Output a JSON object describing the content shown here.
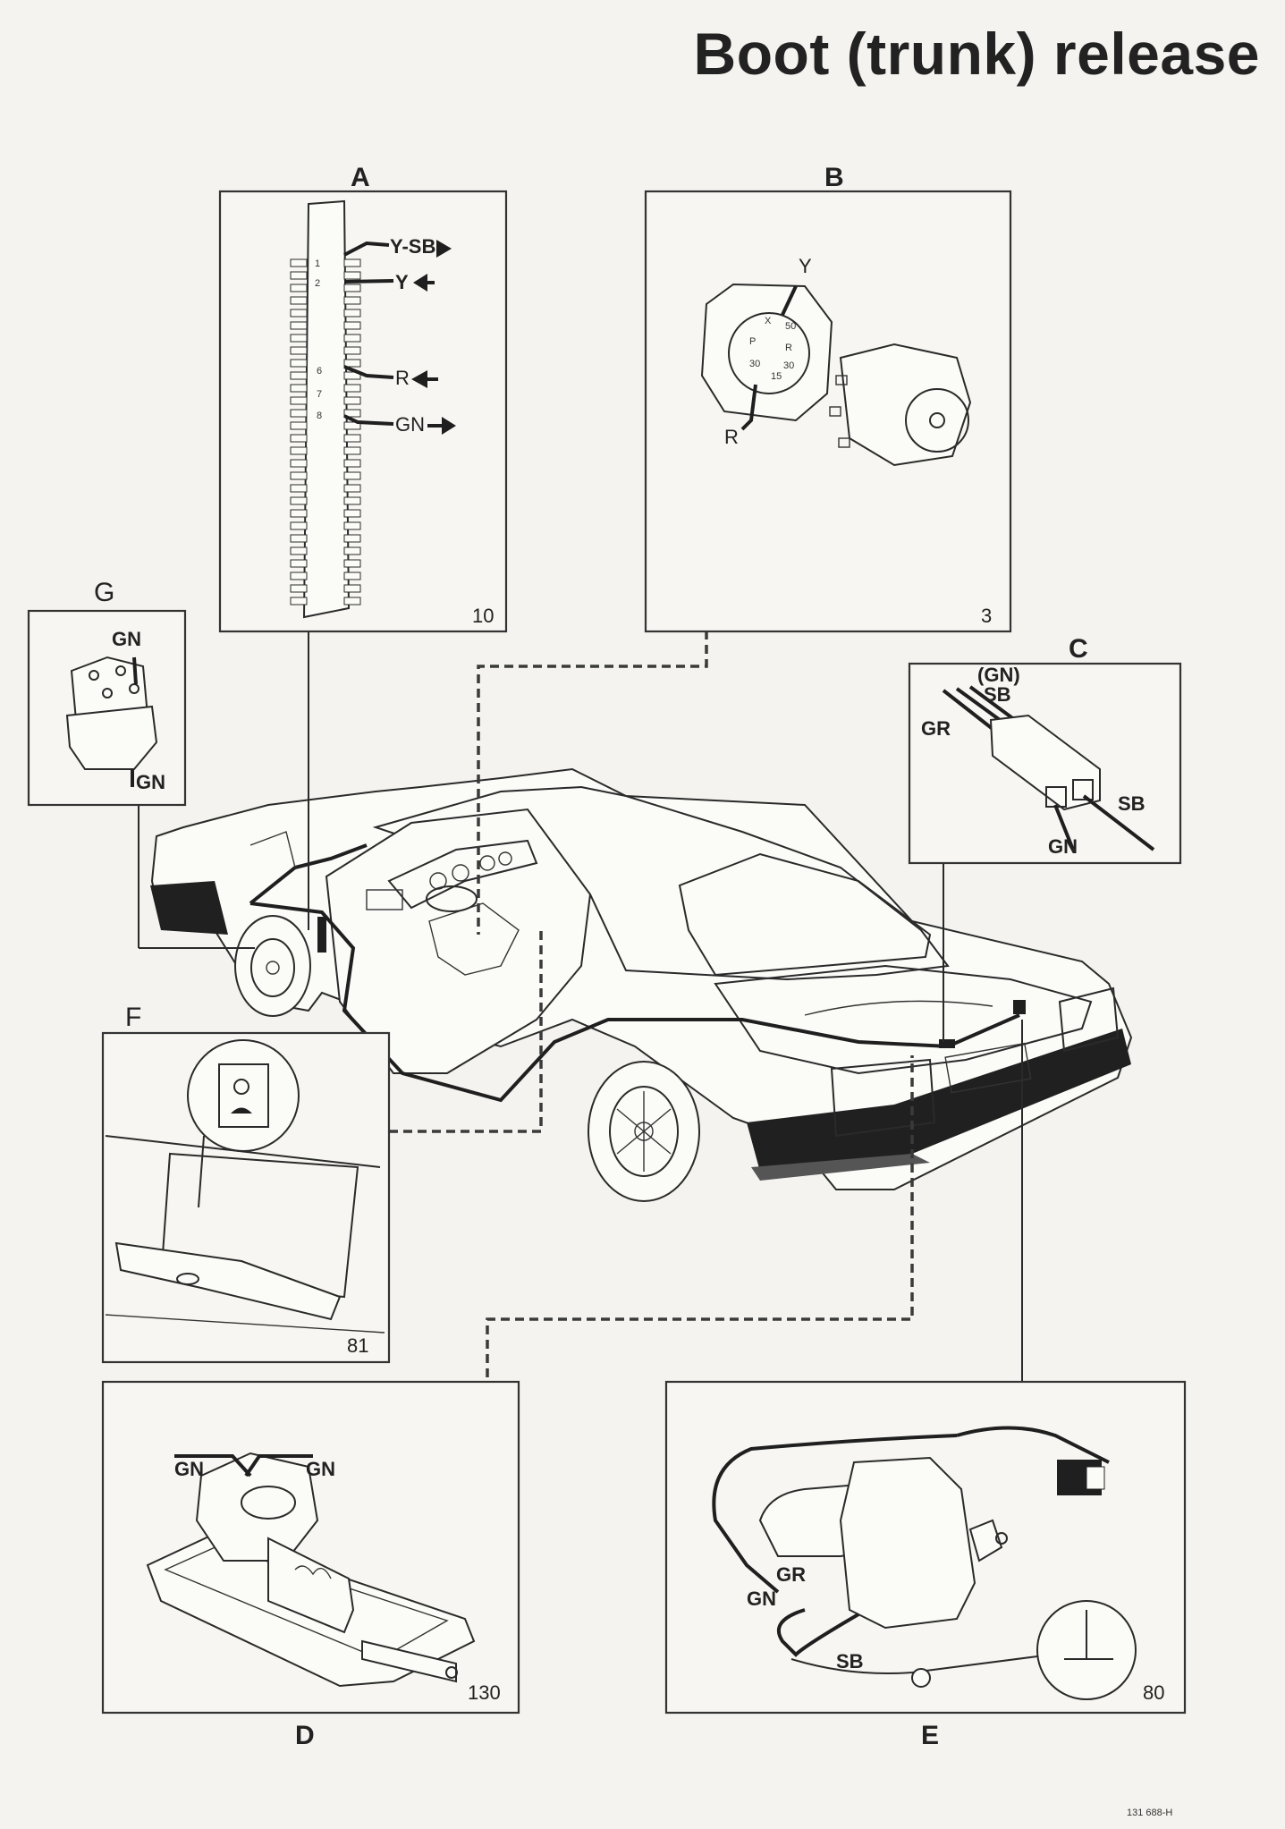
{
  "title": "Boot (trunk) release",
  "panels": {
    "A": {
      "letter": "A",
      "number": "10",
      "labels": [
        "Y-SB",
        "Y",
        "R",
        "GN"
      ],
      "terminals": [
        "1",
        "2",
        "6",
        "7",
        "8"
      ]
    },
    "B": {
      "letter": "B",
      "number": "3",
      "wire_labels": [
        "Y",
        "R"
      ],
      "switch_marks": [
        "X",
        "50",
        "P",
        "R",
        "30",
        "30",
        "15"
      ]
    },
    "C": {
      "letter": "C",
      "labels": [
        "(GN)",
        "SB",
        "GR",
        "SB",
        "GN"
      ]
    },
    "D": {
      "letter": "D",
      "number": "130",
      "labels": [
        "GN",
        "GN"
      ]
    },
    "E": {
      "letter": "E",
      "number": "80",
      "labels": [
        "GR",
        "GN",
        "SB"
      ]
    },
    "F": {
      "letter": "F",
      "number": "81"
    },
    "G": {
      "letter": "G",
      "labels": [
        "GN",
        "GN"
      ]
    }
  },
  "reference": "131 688-H"
}
